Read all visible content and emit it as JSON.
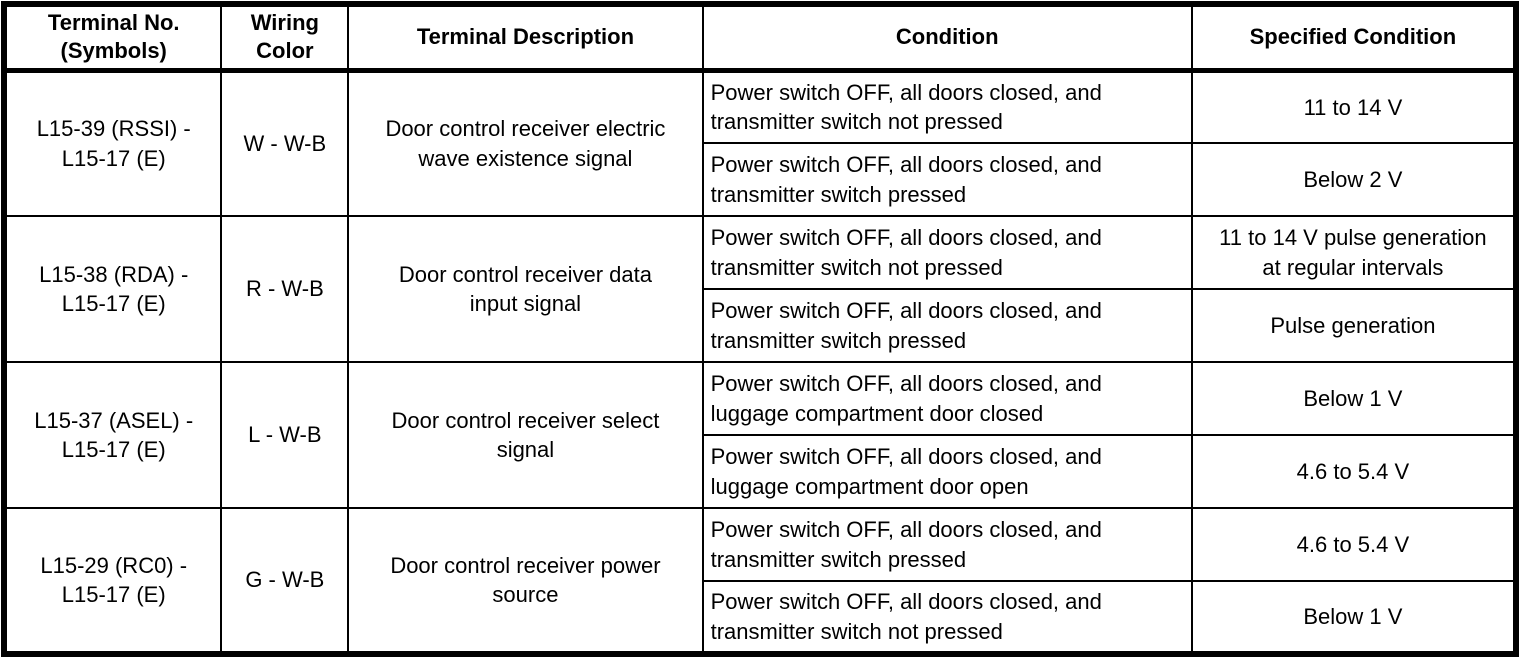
{
  "table": {
    "headers": [
      "Terminal No.\n(Symbols)",
      "Wiring\nColor",
      "Terminal Description",
      "Condition",
      "Specified Condition"
    ],
    "rows": [
      {
        "terminal": "L15-39 (RSSI) -\nL15-17 (E)",
        "wiring_color": "W - W-B",
        "description": "Door control receiver electric\nwave existence signal",
        "conditions": [
          {
            "condition": "Power switch OFF, all doors closed, and\ntransmitter switch not pressed",
            "specified": "11 to 14 V"
          },
          {
            "condition": "Power switch OFF, all doors closed, and\ntransmitter switch pressed",
            "specified": "Below 2 V"
          }
        ]
      },
      {
        "terminal": "L15-38 (RDA) -\nL15-17 (E)",
        "wiring_color": "R - W-B",
        "description": "Door control receiver data\ninput signal",
        "conditions": [
          {
            "condition": "Power switch OFF, all doors closed, and\ntransmitter switch not pressed",
            "specified": "11 to 14 V pulse generation\nat regular intervals"
          },
          {
            "condition": "Power switch OFF, all doors closed, and\ntransmitter switch pressed",
            "specified": "Pulse generation"
          }
        ]
      },
      {
        "terminal": "L15-37 (ASEL) -\nL15-17 (E)",
        "wiring_color": "L - W-B",
        "description": "Door control receiver select\nsignal",
        "conditions": [
          {
            "condition": "Power switch OFF, all doors closed, and\nluggage compartment door closed",
            "specified": "Below 1 V"
          },
          {
            "condition": "Power switch OFF, all doors closed, and\nluggage compartment door open",
            "specified": "4.6 to 5.4 V"
          }
        ]
      },
      {
        "terminal": "L15-29 (RC0) -\nL15-17 (E)",
        "wiring_color": "G - W-B",
        "description": "Door control receiver power\nsource",
        "conditions": [
          {
            "condition": "Power switch OFF, all doors closed, and\ntransmitter switch pressed",
            "specified": "4.6 to 5.4 V"
          },
          {
            "condition": "Power switch OFF, all doors closed, and\ntransmitter switch not pressed",
            "specified": "Below 1 V"
          }
        ]
      }
    ]
  }
}
